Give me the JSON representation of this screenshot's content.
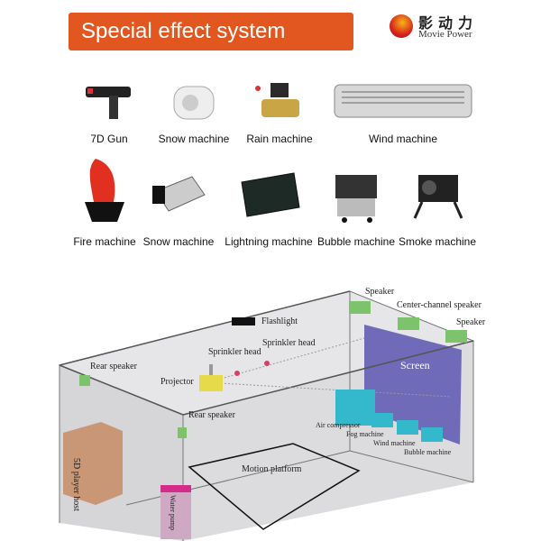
{
  "header": {
    "title": "Special effect system",
    "logo_cn": "影动力",
    "logo_en": "Movie Power"
  },
  "products_row1": [
    {
      "label": "7D Gun"
    },
    {
      "label": "Snow machine"
    },
    {
      "label": "Rain machine"
    },
    {
      "label": "Wind machine"
    }
  ],
  "products_row2": [
    {
      "label": "Fire machine"
    },
    {
      "label": "Snow machine"
    },
    {
      "label": "Lightning machine"
    },
    {
      "label": "Bubble machine"
    },
    {
      "label": "Smoke machine"
    }
  ],
  "diagram": {
    "speaker_left": "Speaker",
    "center_speaker": "Center-channel speaker",
    "speaker_right": "Speaker",
    "flashlight": "Flashlight",
    "sprinkler1": "Sprinkler head",
    "sprinkler2": "Sprinkler head",
    "rear_speaker1": "Rear speaker",
    "rear_speaker2": "Rear speaker",
    "projector": "Projector",
    "screen": "Screen",
    "air_compressor": "Air compressor",
    "fog_machine": "Fog machine",
    "wind_machine": "Wind machine",
    "bubble_machine": "Bubble machine",
    "motion_platform": "Motion platform",
    "player_host": "5D player host",
    "water_pump": "Water pump"
  }
}
